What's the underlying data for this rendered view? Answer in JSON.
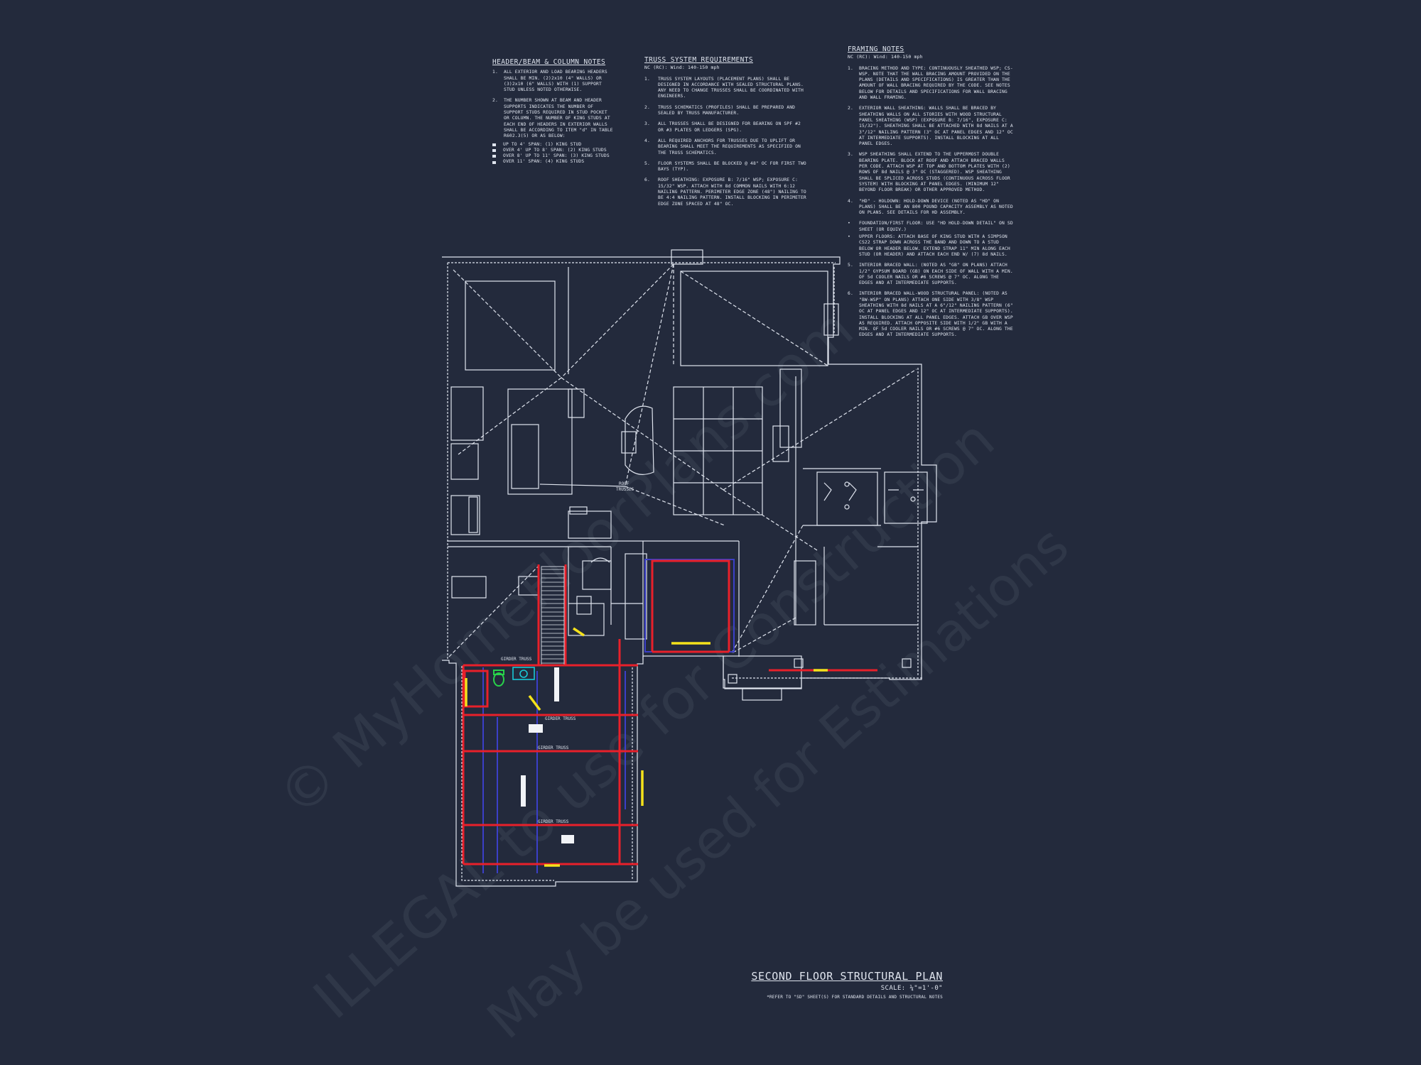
{
  "notes": {
    "header_beam": {
      "title": "HEADER/BEAM & COLUMN NOTES",
      "items": [
        {
          "num": "1.",
          "text": "ALL EXTERIOR AND LOAD BEARING HEADERS SHALL BE MIN. (2)2x10 (4\" WALLS) OR (3)2x10 (6\" WALLS) WITH (1) SUPPORT STUD UNLESS NOTED OTHERWISE."
        },
        {
          "num": "2.",
          "text": "THE NUMBER SHOWN AT BEAM AND HEADER SUPPORTS INDICATES THE NUMBER OF SUPPORT STUDS REQUIRED IN STUD POCKET OR COLUMN. THE NUMBER OF KING STUDS AT EACH END OF HEADERS IN EXTERIOR WALLS SHALL BE ACCORDING TO ITEM \"d\" IN TABLE R602.3(5) OR AS BELOW:"
        }
      ],
      "sublist": [
        "UP TO 4' SPAN: (1) KING STUD",
        "OVER 4' UP TO 8' SPAN: (2) KING STUDS",
        "OVER 8' UP TO 11' SPAN: (3) KING STUDS",
        "OVER 11' SPAN: (4) KING STUDS"
      ]
    },
    "truss": {
      "title": "TRUSS SYSTEM REQUIREMENTS",
      "subtitle": "NC (RC): Wind: 140-150 mph",
      "items": [
        {
          "num": "1.",
          "text": "TRUSS SYSTEM LAYOUTS (PLACEMENT PLANS) SHALL BE DESIGNED IN ACCORDANCE WITH SEALED STRUCTURAL PLANS. ANY NEED TO CHANGE TRUSSES SHALL BE COORDINATED WITH ENGINEERS."
        },
        {
          "num": "2.",
          "text": "TRUSS SCHEMATICS (PROFILES) SHALL BE PREPARED AND SEALED BY TRUSS MANUFACTURER."
        },
        {
          "num": "3.",
          "text": "ALL TRUSSES SHALL BE DESIGNED FOR BEARING ON SPF #2 OR #3 PLATES OR LEDGERS (SPG)."
        },
        {
          "num": "4.",
          "text": "ALL REQUIRED ANCHORS FOR TRUSSES DUE TO UPLIFT OR BEARING SHALL MEET THE REQUIREMENTS AS SPECIFIED ON THE TRUSS SCHEMATICS."
        },
        {
          "num": "5.",
          "text": "FLOOR SYSTEMS SHALL BE BLOCKED @ 48\" OC FOR FIRST TWO BAYS (TYP)."
        },
        {
          "num": "6.",
          "text": "ROOF SHEATHING: EXPOSURE B: 7/16\" WSP; EXPOSURE C: 15/32\" WSP. ATTACH WITH 8d COMMON NAILS WITH 6:12 NAILING PATTERN. PERIMETER EDGE ZONE (48\") NAILING TO BE 4:4 NAILING PATTERN. INSTALL BLOCKING IN PERIMETER EDGE ZONE SPACED AT 48\" OC."
        }
      ]
    },
    "framing": {
      "title": "FRAMING NOTES",
      "subtitle": "NC (RC): Wind: 140-150 mph",
      "items": [
        {
          "num": "1.",
          "text": "BRACING METHOD AND TYPE: CONTINUOUSLY SHEATHED WSP; CS-WSP. NOTE THAT THE WALL BRACING AMOUNT PROVIDED ON THE PLANS (DETAILS AND SPECIFICATIONS) IS GREATER THAN THE AMOUNT OF WALL BRACING REQUIRED BY THE CODE. SEE NOTES BELOW FOR DETAILS AND SPECIFICATIONS FOR WALL BRACING AND WALL FRAMING."
        },
        {
          "num": "2.",
          "text": "EXTERIOR WALL SHEATHING: WALLS SHALL BE BRACED BY SHEATHING WALLS ON ALL STORIES WITH WOOD STRUCTURAL PANEL SHEATHING (WSP) (EXPOSURE B: 7/16\", EXPOSURE C: 15/32\"). SHEATHING SHALL BE ATTACHED WITH 8d NAILS AT A 3\"/12\" NAILING PATTERN (3\" OC AT PANEL EDGES AND 12\" OC AT INTERMEDIATE SUPPORTS). INSTALL BLOCKING AT ALL PANEL EDGES."
        },
        {
          "num": "3.",
          "text": "WSP SHEATHING SHALL EXTEND TO THE UPPERMOST DOUBLE BEARING PLATE. BLOCK AT ROOF AND ATTACH BRACED WALLS PER CODE. ATTACH WSP AT TOP AND BOTTOM PLATES WITH (2) ROWS OF 8d NAILS @ 3\" OC (STAGGERED). WSP SHEATHING SHALL BE SPLICED ACROSS STUDS (CONTINUOUS ACROSS FLOOR SYSTEM) WITH BLOCKING AT PANEL EDGES. (MINIMUM 12\" BEYOND FLOOR BREAK) OR OTHER APPROVED METHOD."
        },
        {
          "num": "4.",
          "text": "\"HD\" - HOLDOWN: HOLD-DOWN DEVICE (NOTED AS \"HD\" ON PLANS) SHALL BE AN 800 POUND CAPACITY ASSEMBLY AS NOTED ON PLANS. SEE DETAILS FOR HD ASSEMBLY."
        },
        {
          "num": "•",
          "text": "FOUNDATION/FIRST FLOOR: USE \"HD HOLD-DOWN DETAIL\" ON SD SHEET (OR EQUIV.)"
        },
        {
          "num": "•",
          "text": "UPPER FLOORS: ATTACH BASE OF KING STUD WITH A SIMPSON CS22 STRAP DOWN ACROSS THE BAND AND DOWN TO A STUD BELOW OR HEADER BELOW. EXTEND STRAP 11\" MIN ALONG EACH STUD (OR HEADER) AND ATTACH EACH END W/ (7) 8d NAILS."
        },
        {
          "num": "5.",
          "text": "INTERIOR BRACED WALL: (NOTED AS \"GB\" ON PLANS) ATTACH 1/2\" GYPSUM BOARD (GB) ON EACH SIDE OF WALL WITH A MIN. OF 5d COOLER NAILS OR #6 SCREWS @ 7\" OC. ALONG THE EDGES AND AT INTERMEDIATE SUPPORTS."
        },
        {
          "num": "6.",
          "text": "INTERIOR BRACED WALL-WOOD STRUCTURAL PANEL: (NOTED AS \"BW-WSP\" ON PLANS) ATTACH ONE SIDE WITH 3/8\" WSP SHEATHING WITH 8d NAILS AT A 6\"/12\" NAILING PATTERN (6\" OC AT PANEL EDGES AND 12\" OC AT INTERMEDIATE SUPPORTS). INSTALL BLOCKING AT ALL PANEL EDGES. ATTACH GB OVER WSP AS REQUIRED. ATTACH OPPOSITE SIDE WITH 1/2\" GB WITH A MIN. OF 5d COOLER NAILS OR #6 SCREWS @ 7\" OC. ALONG THE EDGES AND AT INTERMEDIATE SUPPORTS."
        }
      ]
    }
  },
  "plan_labels": {
    "roof_trusses_1": "ROOF",
    "roof_trusses_2": "TRUSSES",
    "girder_1": "GIRDER TRUSS",
    "girder_2": "GIRDER TRUSS",
    "girder_3": "GIRDER TRUSS",
    "girder_4": "GIRDER TRUSS"
  },
  "title_block": {
    "title": "SECOND FLOOR STRUCTURAL PLAN",
    "scale": "SCALE: ¼\"=1'-0\"",
    "reference": "*REFER TO \"SD\" SHEET(S) FOR STANDARD DETAILS AND STRUCTURAL NOTES"
  },
  "watermark": {
    "line1": "© MyHomeFloorPlans.com",
    "line2": "ILLEGAL to use for Construction",
    "line3": "May be used for Estimations"
  },
  "colors": {
    "background": "#232a3c",
    "linework": "#dfe4ee",
    "girder_red": "#e8202a",
    "beam_blue": "#3b3fc8",
    "holdown_yellow": "#f5e21b",
    "fixture_green": "#28d24a",
    "fixture_cyan": "#19c8d6"
  }
}
